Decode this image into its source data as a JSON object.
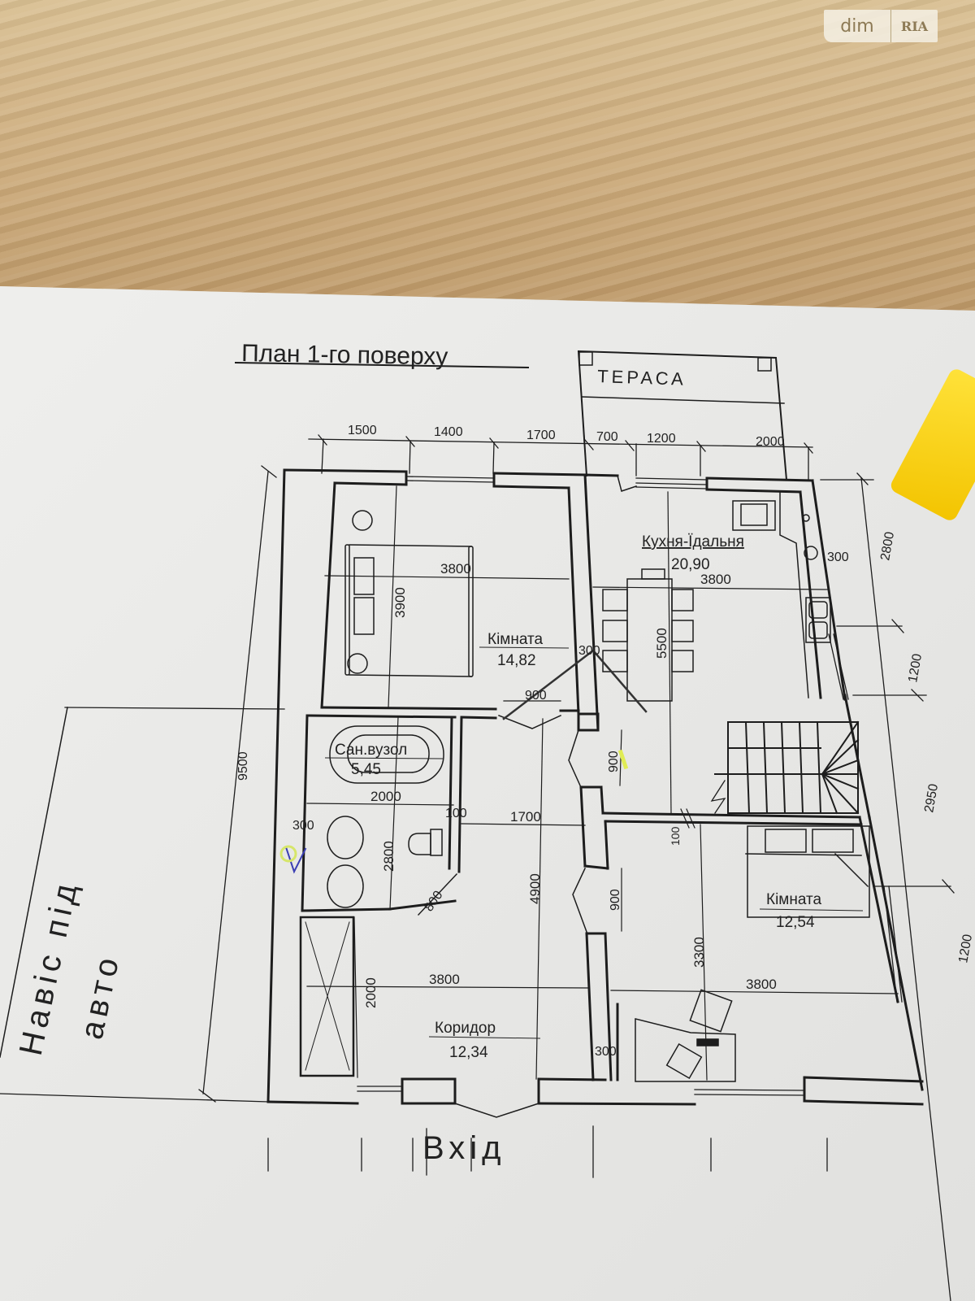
{
  "watermark": {
    "brand_left": "dim",
    "brand_right": "RIA"
  },
  "plan": {
    "title": "План 1-го поверху",
    "handwritten": {
      "terrace": "ТЕРАСА",
      "carport_line1": "Навіс під",
      "carport_line2": "авто",
      "entrance": "Вхід"
    },
    "rooms": [
      {
        "name": "Кімната",
        "area": "14,82"
      },
      {
        "name": "Кухня-Їдальня",
        "area": "20,90"
      },
      {
        "name": "Сан.вузол",
        "area": "5,45"
      },
      {
        "name": "Коридор",
        "area": "12,34"
      },
      {
        "name": "Кімната",
        "area": "12,54"
      }
    ],
    "top_dimensions": [
      "1500",
      "1400",
      "1700",
      "700",
      "1200",
      "2000"
    ],
    "right_dimensions": [
      "2800",
      "1200",
      "2950",
      "1200"
    ],
    "left_dimension": "9500",
    "inner_dimensions": {
      "bedroom1_width": "3800",
      "bedroom1_height": "3900",
      "kitchen_width": "3800",
      "kitchen_height": "5500",
      "kitchen_counter": "300",
      "wall_300_a": "300",
      "door_900_a": "900",
      "door_900_b": "900",
      "door_900_c": "900",
      "bath_width": "2000",
      "bath_height": "2800",
      "bath_wall": "300",
      "bath_partition": "100",
      "bath_door": "800",
      "corridor_upper_width": "1700",
      "corridor_height": "4900",
      "corridor_width": "3800",
      "closet_height": "2000",
      "wall_300_b": "300",
      "stair_wall": "100",
      "bedroom2_height": "3300",
      "bedroom2_width": "3800"
    }
  }
}
